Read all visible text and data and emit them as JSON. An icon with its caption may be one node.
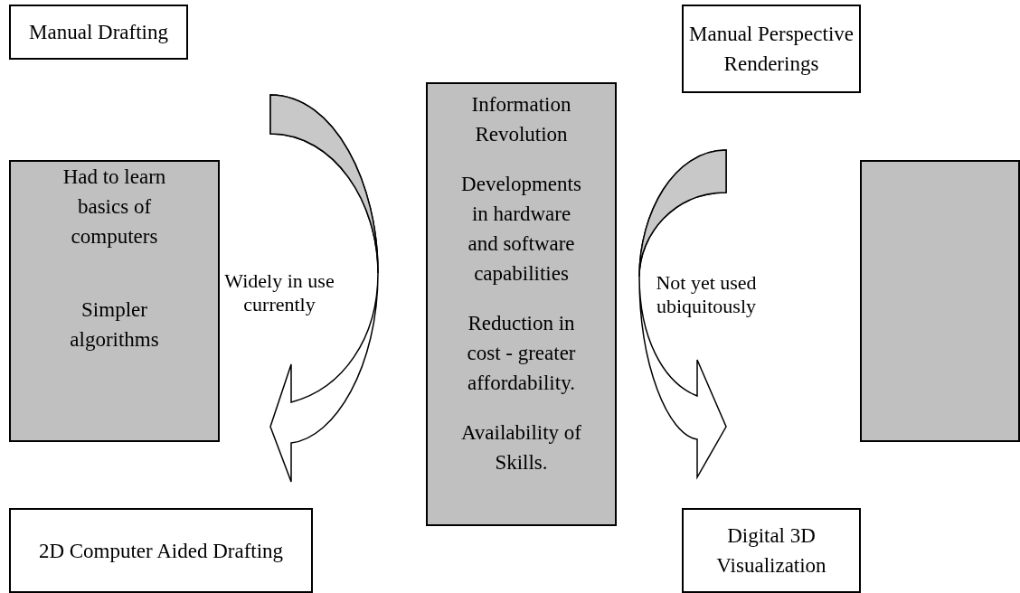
{
  "diagram": {
    "nodes": [
      {
        "text": [
          "Manual Drafting"
        ]
      },
      {
        "text": [
          "Manual Perspective Renderings"
        ]
      },
      {
        "text": [
          "Had to learn basics of computers",
          "Simpler algorithms"
        ]
      },
      {
        "text": [
          "Information Revolution",
          "Developments in hardware and software capabilities",
          "Reduction in cost - greater affordability.",
          "Availability of Skills."
        ]
      },
      {
        "text": [],
        "shape": "box"
      },
      {
        "text": [
          "2D Computer Aided Drafting"
        ]
      },
      {
        "text": [
          "Digital 3D Visualization"
        ]
      }
    ],
    "edges": [
      {
        "from": 0,
        "to": 5,
        "arrow": "to",
        "label": "Widely in use currently"
      },
      {
        "from": 1,
        "to": 6,
        "arrow": "to",
        "label": "Not yet used ubiquitously"
      }
    ]
  }
}
